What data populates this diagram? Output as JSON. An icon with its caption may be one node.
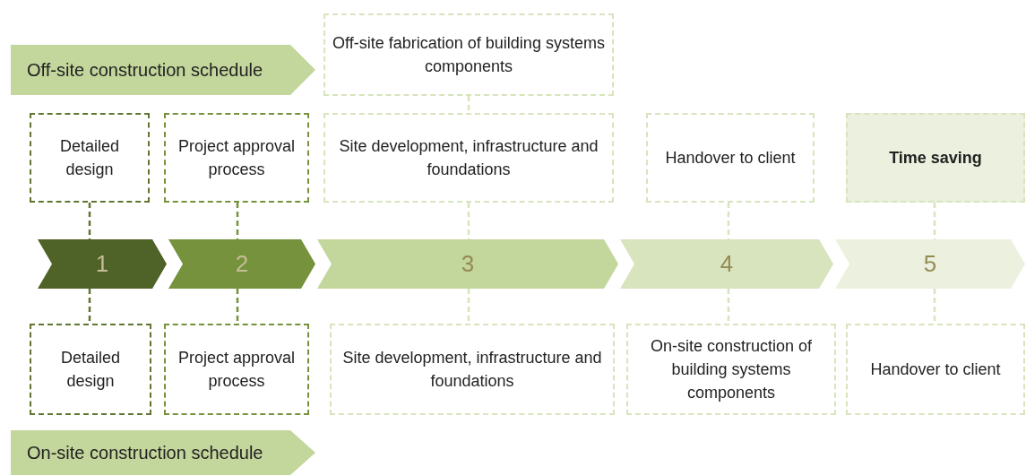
{
  "diagram": {
    "nodes": [
      {
        "text": [
          "Off-site construction schedule"
        ]
      },
      {
        "text": [
          "Off-site fabrication of building systems components"
        ]
      },
      {
        "text": [
          "Detailed design"
        ]
      },
      {
        "text": [
          "Project approval process"
        ]
      },
      {
        "text": [
          "Site development, infrastructure and foundations"
        ]
      },
      {
        "text": [
          "Handover to client"
        ]
      },
      {
        "text": [
          "Time saving"
        ]
      },
      {
        "text": [
          "1"
        ]
      },
      {
        "text": [
          "2"
        ]
      },
      {
        "text": [
          "3"
        ]
      },
      {
        "text": [
          "4"
        ]
      },
      {
        "text": [
          "5"
        ]
      },
      {
        "text": [
          "Detailed design"
        ]
      },
      {
        "text": [
          "Project approval process"
        ]
      },
      {
        "text": [
          "Site development, infrastructure and foundations"
        ]
      },
      {
        "text": [
          "On-site construction of building systems components"
        ]
      },
      {
        "text": [
          "Handover to client"
        ]
      },
      {
        "text": [
          "On-site construction schedule"
        ]
      }
    ],
    "edges": [
      {
        "from": 1,
        "to": 4,
        "arrow": "none",
        "style": "dashed"
      },
      {
        "from": 2,
        "to": 7,
        "arrow": "none",
        "style": "dashed",
        "color": "#5f7530"
      },
      {
        "from": 3,
        "to": 8,
        "arrow": "none",
        "style": "dashed",
        "color": "#76923c"
      },
      {
        "from": 4,
        "to": 9,
        "arrow": "none",
        "style": "dashed"
      },
      {
        "from": 5,
        "to": 10,
        "arrow": "none",
        "style": "dashed"
      },
      {
        "from": 6,
        "to": 11,
        "arrow": "none",
        "style": "dashed"
      },
      {
        "from": 7,
        "to": 12,
        "arrow": "none",
        "style": "dashed",
        "color": "#5f7530"
      },
      {
        "from": 8,
        "to": 13,
        "arrow": "none",
        "style": "dashed",
        "color": "#76923c"
      },
      {
        "from": 9,
        "to": 14,
        "arrow": "none",
        "style": "dashed"
      },
      {
        "from": 10,
        "to": 15,
        "arrow": "none",
        "style": "dashed"
      },
      {
        "from": 11,
        "to": 16,
        "arrow": "none",
        "style": "dashed"
      }
    ]
  }
}
